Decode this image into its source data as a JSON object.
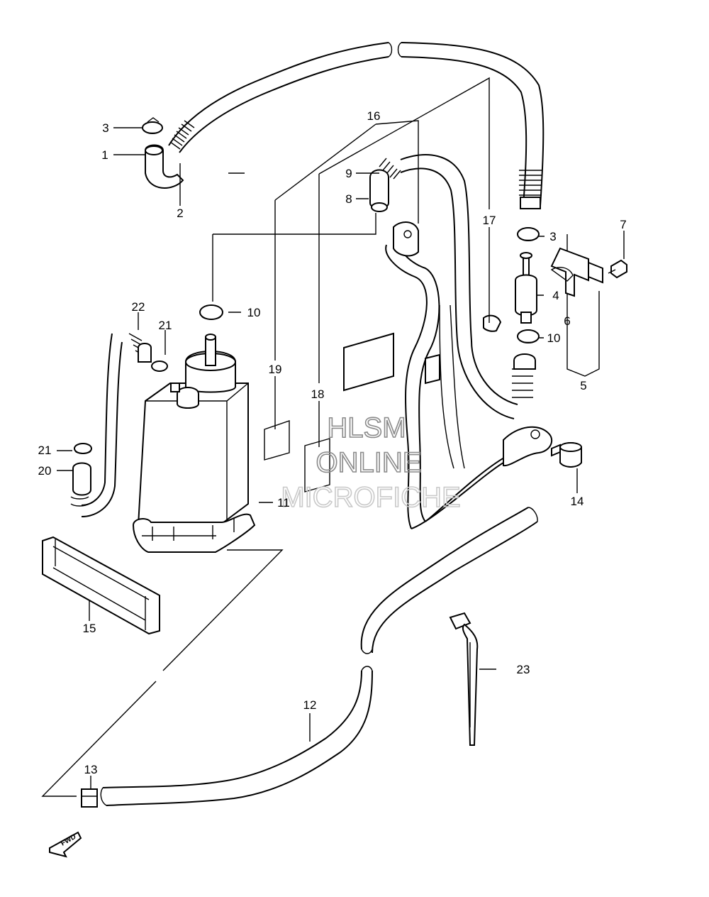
{
  "labels": {
    "p1": "1",
    "p2": "2",
    "p3a": "3",
    "p3b": "3",
    "p4": "4",
    "p5": "5",
    "p6": "6",
    "p7": "7",
    "p8": "8",
    "p9": "9",
    "p10a": "10",
    "p10b": "10",
    "p11": "11",
    "p12": "12",
    "p13": "13",
    "p14": "14",
    "p15": "15",
    "p16": "16",
    "p17": "17",
    "p18": "18",
    "p19": "19",
    "p20": "20",
    "p21a": "21",
    "p21b": "21",
    "p22": "22",
    "p23": "23"
  },
  "watermark": {
    "line1": "HLSM",
    "line2": "ONLINE",
    "line3": "MICROFICHE"
  },
  "fwd_arrow": "FWD"
}
